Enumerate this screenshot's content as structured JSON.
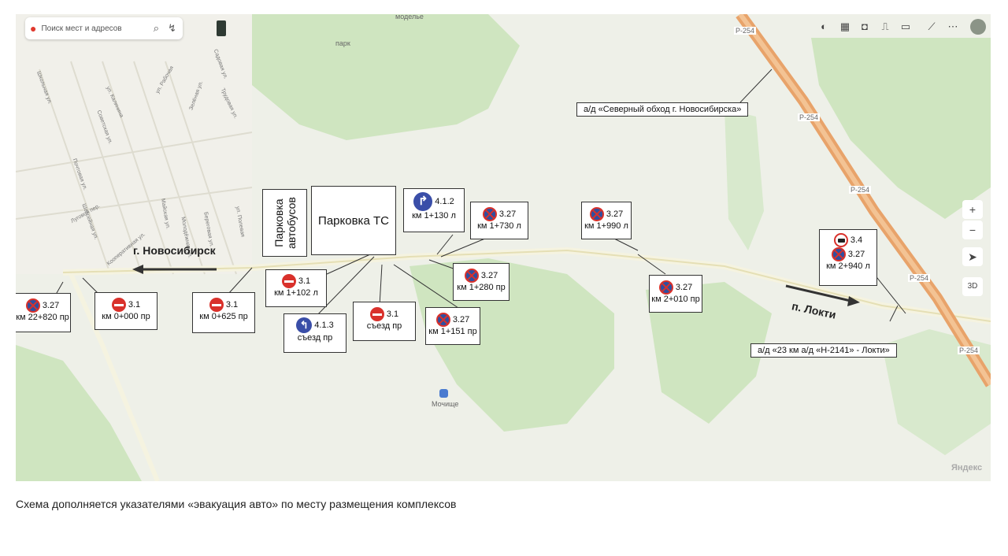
{
  "search": {
    "placeholder": "Поиск мест и адресов"
  },
  "map": {
    "place_top": "моделье",
    "village_label": "Мочище",
    "watermark": "Яндекс",
    "road_code": "Р-254",
    "park_label": "парк",
    "zoom_in": "+",
    "zoom_out": "−",
    "mode_3d": "3D"
  },
  "streets": [
    "Школьная ул.",
    "ул. Калинина",
    "Советская ул.",
    "ул. Рабочая",
    "Зелёная ул.",
    "Трудовая ул.",
    "Почтовая ул.",
    "ул. Полевая",
    "Шоссейная ул.",
    "Луговой пер.",
    "Кооперативная ул.",
    "Молодёжная ул.",
    "Береговая ул.",
    "Майская ул.",
    "Садовая ул."
  ],
  "labels": {
    "bus_parking": "Парковка автобусов",
    "vehicle_parking": "Парковка ТС",
    "city_novosibirsk": "г. Новосибирск",
    "village_lokti": "п. Локти",
    "road_north": "а/д «Северный обход г. Новосибирска»",
    "road_lokti": "а/д «23 км а/д «Н-2141» - Локти»"
  },
  "callouts": [
    {
      "id": "c1",
      "code": "3.27",
      "km": "км 22+820 пр",
      "sign": "nostop"
    },
    {
      "id": "c2",
      "code": "3.1",
      "km": "км 0+000 пр",
      "sign": "noentry"
    },
    {
      "id": "c3",
      "code": "3.1",
      "km": "км 0+625 пр",
      "sign": "noentry"
    },
    {
      "id": "c4",
      "code": "3.1",
      "km": "км 1+102 л",
      "sign": "noentry"
    },
    {
      "id": "c5",
      "code": "4.1.3",
      "km": "съезд пр",
      "sign": "left"
    },
    {
      "id": "c6",
      "code": "3.1",
      "km": "съезд пр",
      "sign": "noentry"
    },
    {
      "id": "c7",
      "code": "4.1.2",
      "km": "км 1+130 л",
      "sign": "right"
    },
    {
      "id": "c8",
      "code": "3.27",
      "km": "км 1+730 л",
      "sign": "nostop"
    },
    {
      "id": "c9",
      "code": "3.27",
      "km": "км 1+280 пр",
      "sign": "nostop"
    },
    {
      "id": "c10",
      "code": "3.27",
      "km": "км 1+151 пр",
      "sign": "nostop"
    },
    {
      "id": "c11",
      "code": "3.27",
      "km": "км 1+990 л",
      "sign": "nostop"
    },
    {
      "id": "c12",
      "code": "3.27",
      "km": "км 2+010 пр",
      "sign": "nostop"
    },
    {
      "id": "c13",
      "code": "3.4",
      "km": "",
      "sign": "truck"
    },
    {
      "id": "c14",
      "code": "3.27",
      "km": "км 2+940 л",
      "sign": "nostop"
    }
  ],
  "footer": {
    "note": "Схема дополняется указателями «эвакуация авто» по месту размещения комплексов"
  },
  "colors": {
    "highway": "#e8a36a",
    "forest": "#cfe5c0",
    "road": "#f5f3e0",
    "sign_red": "#d9312b",
    "sign_blue": "#3a4ea8"
  }
}
